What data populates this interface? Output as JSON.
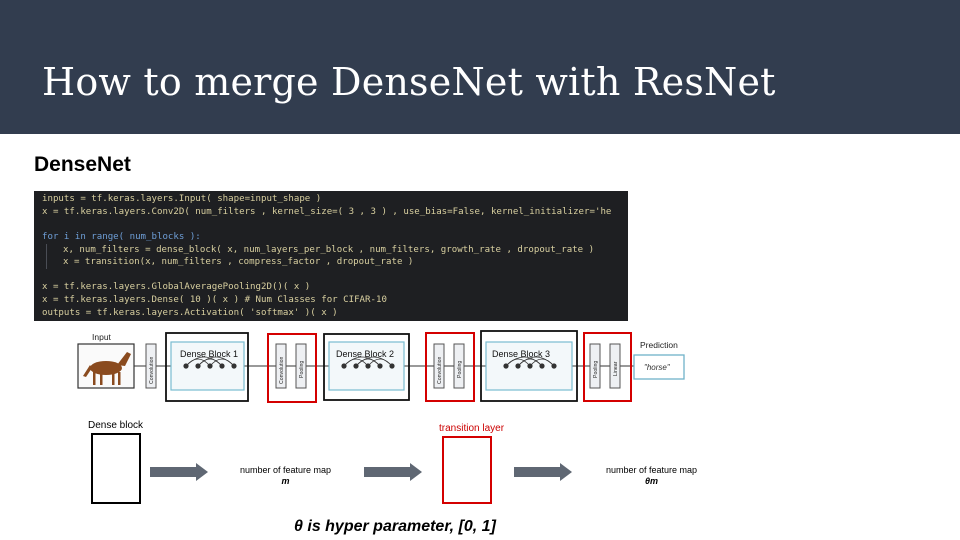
{
  "slide": {
    "title": "How to merge DenseNet with ResNet",
    "section_heading": "DenseNet"
  },
  "code": {
    "lines": [
      "inputs = tf.keras.layers.Input( shape=input_shape )",
      "x = tf.keras.layers.Conv2D( num_filters , kernel_size=( 3 , 3 ) , use_bias=False, kernel_initializer='he",
      "",
      "for i in range( num_blocks ):",
      "x, num_filters = dense_block( x, num_layers_per_block , num_filters, growth_rate , dropout_rate )",
      "x = transition(x, num_filters , compress_factor , dropout_rate )",
      "",
      "x = tf.keras.layers.GlobalAveragePooling2D()( x )",
      "x = tf.keras.layers.Dense( 10 )( x ) # Num Classes for CIFAR-10",
      "outputs = tf.keras.layers.Activation( 'softmax' )( x )"
    ]
  },
  "architecture": {
    "input_label": "Input",
    "prediction_label": "Prediction",
    "prediction_value": "\"horse\"",
    "convolution_label": "Convolution",
    "pooling_label": "Pooling",
    "linear_label": "Linear",
    "dense_blocks": [
      "Dense Block 1",
      "Dense Block 2",
      "Dense Block 3"
    ]
  },
  "explanation": {
    "dense_block_label": "Dense block",
    "transition_layer_label": "transition layer",
    "feature_map_text_1": "number of feature map",
    "feature_map_symbol_1": "m",
    "feature_map_text_2": "number of feature map",
    "feature_map_symbol_2": "θm",
    "note": "θ is hyper parameter,  [0, 1]"
  },
  "colors": {
    "title_bar": "#323d4f",
    "code_background": "#1e1f22",
    "transition_highlight": "#d40000",
    "arrow": "#5f6773",
    "prediction_box": "#6fb2c8"
  }
}
